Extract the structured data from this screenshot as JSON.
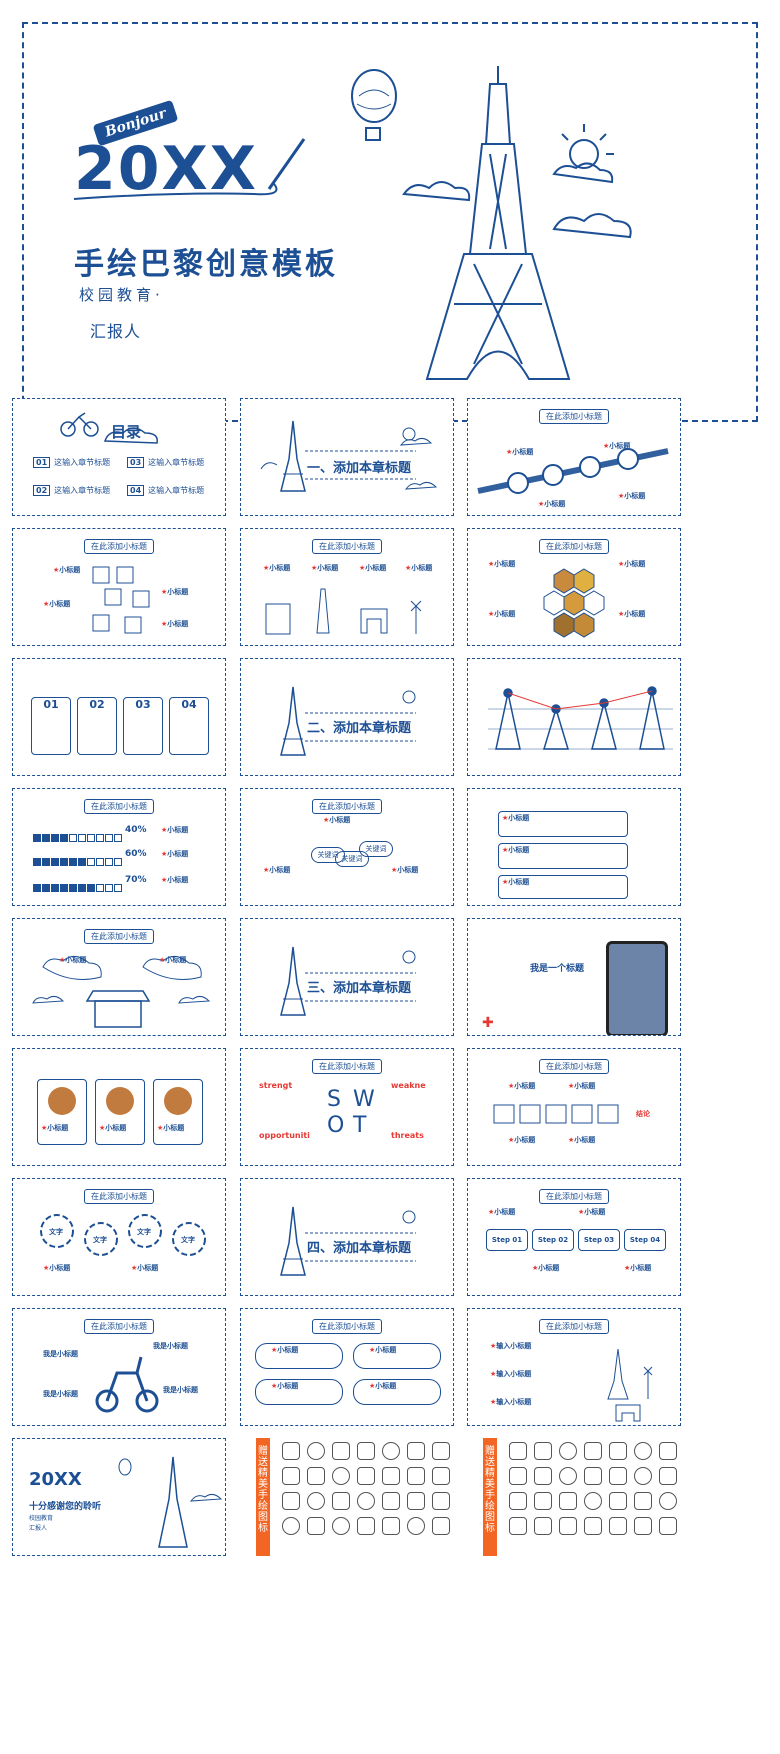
{
  "cover": {
    "badge": "Bonjour",
    "year": "20XX",
    "title": "手绘巴黎创意模板",
    "subtitle": "校园教育·",
    "reporter": "汇报人"
  },
  "common": {
    "header": "在此添加小标题",
    "subtitle_tag": "小标题"
  },
  "toc": {
    "title": "目录",
    "items": [
      {
        "num": "01",
        "text": "这输入章节标题"
      },
      {
        "num": "03",
        "text": "这输入章节标题"
      },
      {
        "num": "02",
        "text": "这输入章节标题"
      },
      {
        "num": "04",
        "text": "这输入章节标题"
      }
    ]
  },
  "sections": [
    "一、添加本章标题",
    "二、添加本章标题",
    "三、添加本章标题",
    "四、添加本章标题"
  ],
  "steps_small": [
    "01",
    "02",
    "03",
    "04"
  ],
  "percents": [
    "40%",
    "60%",
    "70%"
  ],
  "keywords": [
    "关键词",
    "关键词",
    "关键词"
  ],
  "swot": {
    "letters": [
      "S",
      "W",
      "O",
      "T"
    ],
    "labels": [
      "strengt",
      "weakne",
      "opportuniti",
      "threats"
    ]
  },
  "heading_right": "我是一个标题",
  "conclusion": "结论",
  "gear_labels": [
    "文字",
    "文字",
    "文字",
    "文字"
  ],
  "flow_steps": [
    "Step 01",
    "Step 02",
    "Step 03",
    "Step 04"
  ],
  "scooter_labels": [
    "我是小标题",
    "我是小标题",
    "我是小标题",
    "我是小标题"
  ],
  "input_titles": [
    "输入小标题",
    "输入小标题",
    "输入小标题"
  ],
  "ending": {
    "year": "20XX",
    "thanks": "十分感谢您的聆听",
    "subtitle": "校园教育",
    "reporter": "汇报人"
  },
  "gifts": [
    "赠送精美手绘图标",
    "赠送精美手绘图标"
  ],
  "colors": {
    "primary": "#1c4f94",
    "accent": "#e53935",
    "gift": "#f26522"
  }
}
